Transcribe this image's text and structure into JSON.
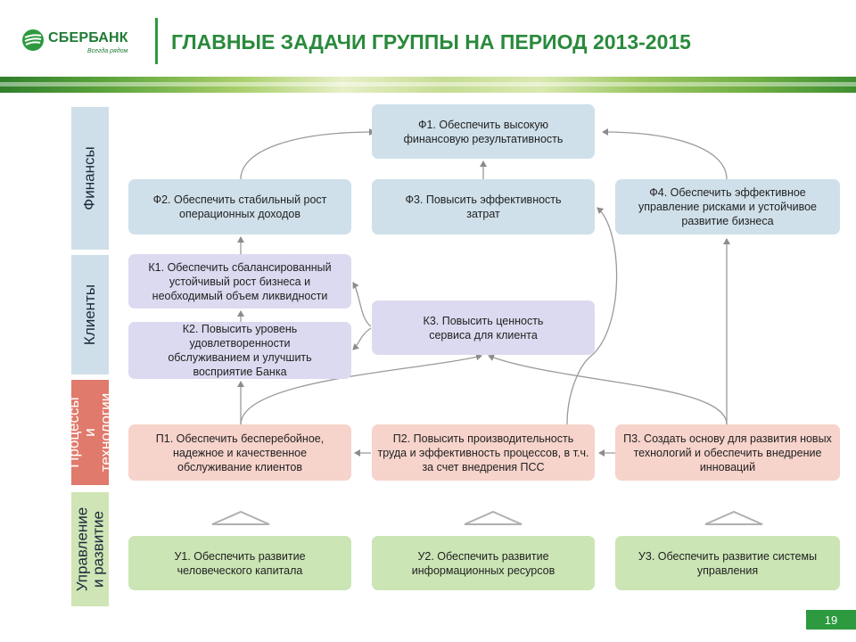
{
  "header": {
    "logo_name": "СБЕРБАНК",
    "logo_tagline": "Всегда рядом",
    "title": "ГЛАВНЫЕ ЗАДАЧИ ГРУППЫ НА ПЕРИОД 2013-2015",
    "page_number": "19"
  },
  "rows": {
    "finance": "Финансы",
    "clients": "Клиенты",
    "processes": "Процессы и технологии",
    "management": "Управление и развитие"
  },
  "tasks": {
    "f1": "Ф1. Обеспечить высокую финансовую результативность",
    "f2": "Ф2. Обеспечить стабильный рост операционных доходов",
    "f3": "Ф3. Повысить эффективность затрат",
    "f4": "Ф4. Обеспечить эффективное управление рисками и устойчивое развитие бизнеса",
    "k1": "К1. Обеспечить сбалансированный устойчивый рост бизнеса и необходимый объем ликвидности",
    "k2": "К2. Повысить уровень удовлетворенности обслуживанием и улучшить восприятие Банка",
    "k3": "К3. Повысить ценность сервиса для клиента",
    "p1": "П1. Обеспечить бесперебойное, надежное и качественное обслуживание клиентов",
    "p2": "П2. Повысить производительность труда и эффективность процессов, в т.ч. за счет внедрения ПСС",
    "p3": "П3. Создать основу для развития новых технологий и обеспечить внедрение инноваций",
    "u1": "У1. Обеспечить развитие человеческого капитала",
    "u2": "У2. Обеспечить развитие информационных ресурсов",
    "u3": "У3. Обеспечить развитие системы управления"
  },
  "colors": {
    "brand_green": "#2e9a3f",
    "finance_box": "#cfe0ea",
    "clients_box": "#dcdaf0",
    "process_box": "#f6d3cb",
    "management_box": "#cbe5b5",
    "process_label": "#e07a6c"
  }
}
